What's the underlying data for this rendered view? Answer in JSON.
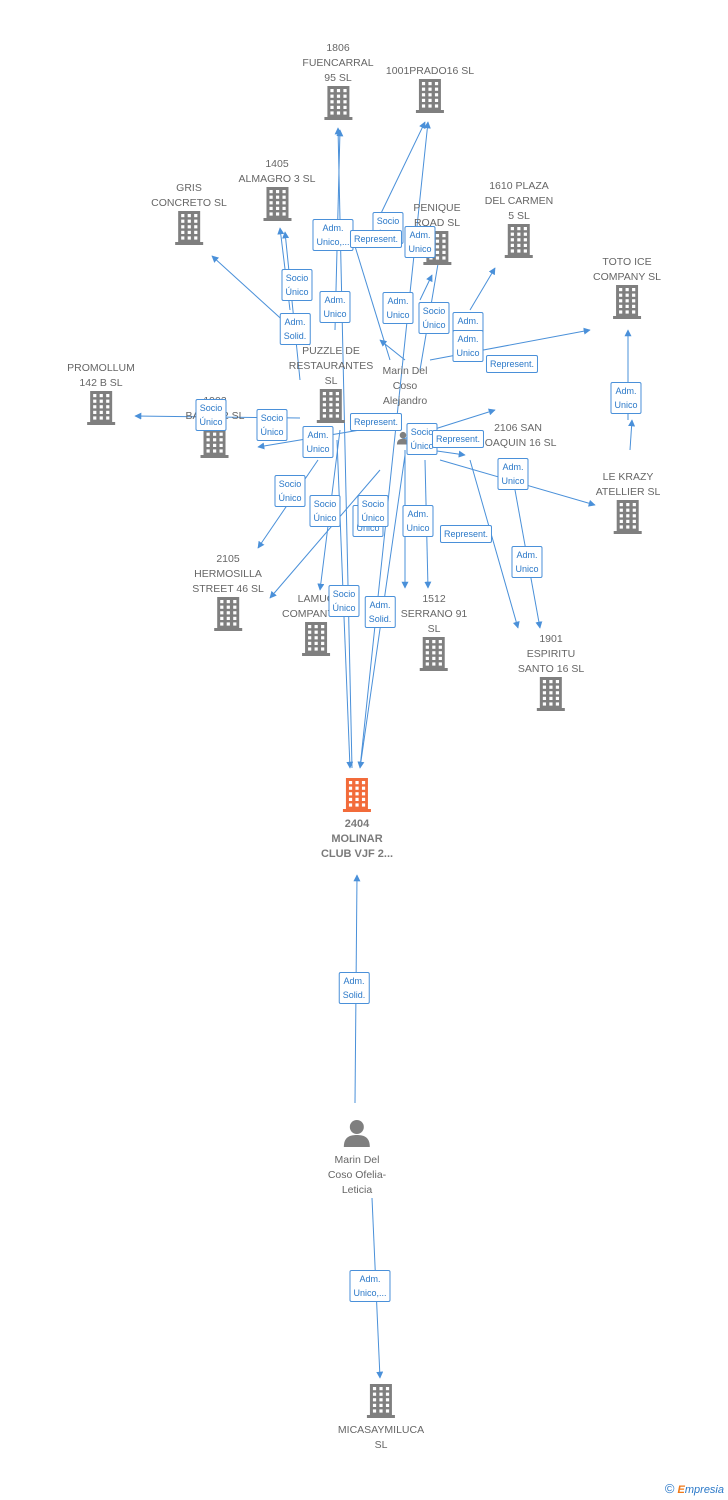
{
  "colors": {
    "edge": "#4a90d9",
    "building": "#7f7f7f",
    "focus": "#f26b3a",
    "person": "#7f7f7f",
    "label": "#666666",
    "rel_text": "#2a78c8"
  },
  "companies": [
    {
      "key": "fuencarral",
      "label": "1806\nFUENCARRAL\n95  SL"
    },
    {
      "key": "prado",
      "label": "1001PRADO16 SL"
    },
    {
      "key": "almagro",
      "label": "1405\nALMAGRO 3  SL"
    },
    {
      "key": "gris",
      "label": "GRIS\nCONCRETO  SL"
    },
    {
      "key": "penique",
      "label": "PENIQUE\nROAD SL"
    },
    {
      "key": "plaza",
      "label": "1610 PLAZA\nDEL CARMEN\n5  SL"
    },
    {
      "key": "toto",
      "label": "TOTO ICE\nCOMPANY  SL"
    },
    {
      "key": "promollum",
      "label": "PROMOLLUM\n142 B SL"
    },
    {
      "key": "puzzle",
      "label": "PUZZLE DE\nRESTAURANTES\nSL"
    },
    {
      "key": "bal",
      "label": "1902\nBAL... 32 SL"
    },
    {
      "key": "sanjoaquin",
      "label": "2106 SAN\nJOAQUIN 16  SL"
    },
    {
      "key": "lekrazy",
      "label": "LE KRAZY\nATELLIER  SL"
    },
    {
      "key": "hermosilla",
      "label": "2105\nHERMOSILLA\nSTREET 46  SL"
    },
    {
      "key": "lamuc",
      "label": "LAMUC\nCOMPANY SL"
    },
    {
      "key": "serrano",
      "label": "1512\nSERRANO 91\nSL"
    },
    {
      "key": "espiritu",
      "label": "1901\nESPIRITU\nSANTO 16  SL"
    },
    {
      "key": "molinar",
      "label": "2404\nMOLINAR\nCLUB VJF 2..."
    },
    {
      "key": "micasa",
      "label": "MICASAYMILUCA\nSL"
    }
  ],
  "persons": [
    {
      "key": "alejandro",
      "label": "Marin Del\nCoso\nAlejandro"
    },
    {
      "key": "ofelia",
      "label": "Marin Del\nCoso Ofelia-\nLeticia"
    }
  ],
  "relations": [
    {
      "key": "r1",
      "label": "Adm.\nUnico,..."
    },
    {
      "key": "r2",
      "label": "Socio\nÚnico"
    },
    {
      "key": "r3",
      "label": "Represent."
    },
    {
      "key": "r4",
      "label": "Adm.\nUnico"
    },
    {
      "key": "r5",
      "label": "Socio\nÚnico"
    },
    {
      "key": "r6",
      "label": "Adm.\nUnico"
    },
    {
      "key": "r7",
      "label": "Adm.\nSolid."
    },
    {
      "key": "r8",
      "label": "Adm.\nUnico"
    },
    {
      "key": "r9",
      "label": "Socio\nÚnico"
    },
    {
      "key": "r10",
      "label": "Adm.\nUnico"
    },
    {
      "key": "r11",
      "label": "Adm.\nUnico"
    },
    {
      "key": "r12",
      "label": "Represent."
    },
    {
      "key": "r13",
      "label": "Adm.\nUnico"
    },
    {
      "key": "r14",
      "label": "Socio\nÚnico"
    },
    {
      "key": "r15",
      "label": "Socio\nÚnico"
    },
    {
      "key": "r16",
      "label": "Represent."
    },
    {
      "key": "r17",
      "label": "Adm.\nUnico"
    },
    {
      "key": "r18",
      "label": "Socio\nÚnico"
    },
    {
      "key": "r19",
      "label": "Represent."
    },
    {
      "key": "r20",
      "label": "Adm.\nUnico"
    },
    {
      "key": "r21",
      "label": "Socio\nÚnico"
    },
    {
      "key": "r22",
      "label": "Socio\nÚnico"
    },
    {
      "key": "r23",
      "label": "Adm.\nUnico"
    },
    {
      "key": "r24",
      "label": "Socio\nÚnico"
    },
    {
      "key": "r25",
      "label": "Adm.\nUnico"
    },
    {
      "key": "r26",
      "label": "Represent."
    },
    {
      "key": "r27",
      "label": "Adm.\nUnico"
    },
    {
      "key": "r28",
      "label": "Socio\nÚnico"
    },
    {
      "key": "r29",
      "label": "Adm.\nSolid."
    },
    {
      "key": "r30",
      "label": "Adm.\nSolid."
    },
    {
      "key": "r31",
      "label": "Adm.\nUnico,..."
    }
  ],
  "footer": {
    "copyright": "©",
    "brand_e": "E",
    "brand_rest": "mpresia"
  }
}
